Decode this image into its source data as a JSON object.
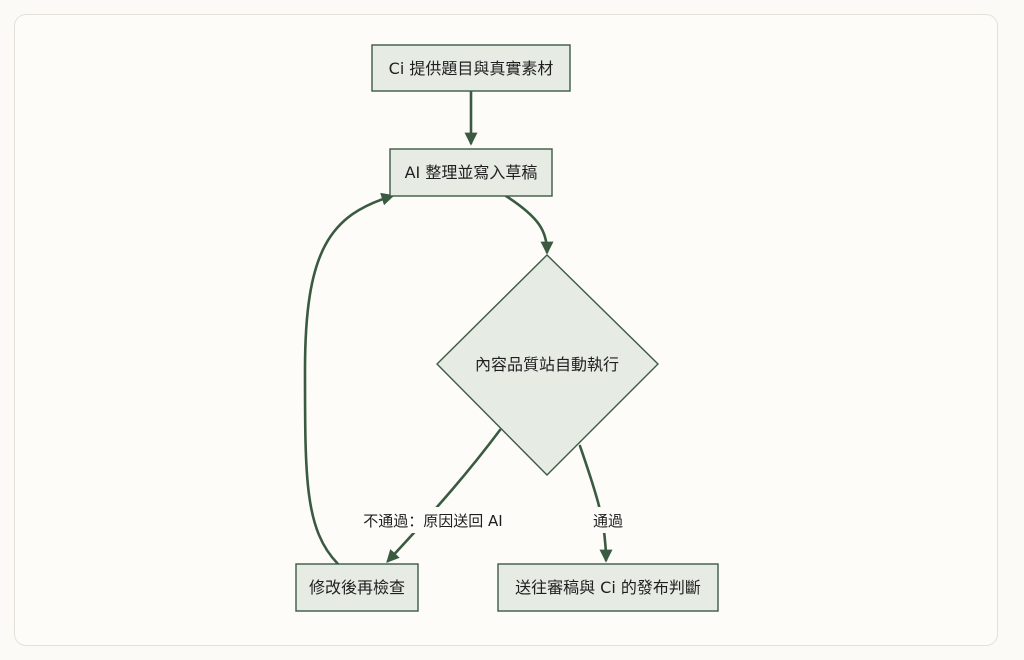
{
  "diagram": {
    "nodes": {
      "provide": "Ci 提供題目與真實素材",
      "draft": "AI 整理並寫入草稿",
      "check": "內容品質站自動執行",
      "revise": "修改後再檢查",
      "review": "送往審稿與 Ci 的發布判斷"
    },
    "edges": {
      "fail_label": "不通過：原因送回 AI",
      "pass_label": "通過"
    },
    "colors": {
      "node_fill": "#e6ebe3",
      "node_stroke": "#3d5a45",
      "edge": "#3a5a41",
      "background": "#fdfcf8"
    }
  }
}
